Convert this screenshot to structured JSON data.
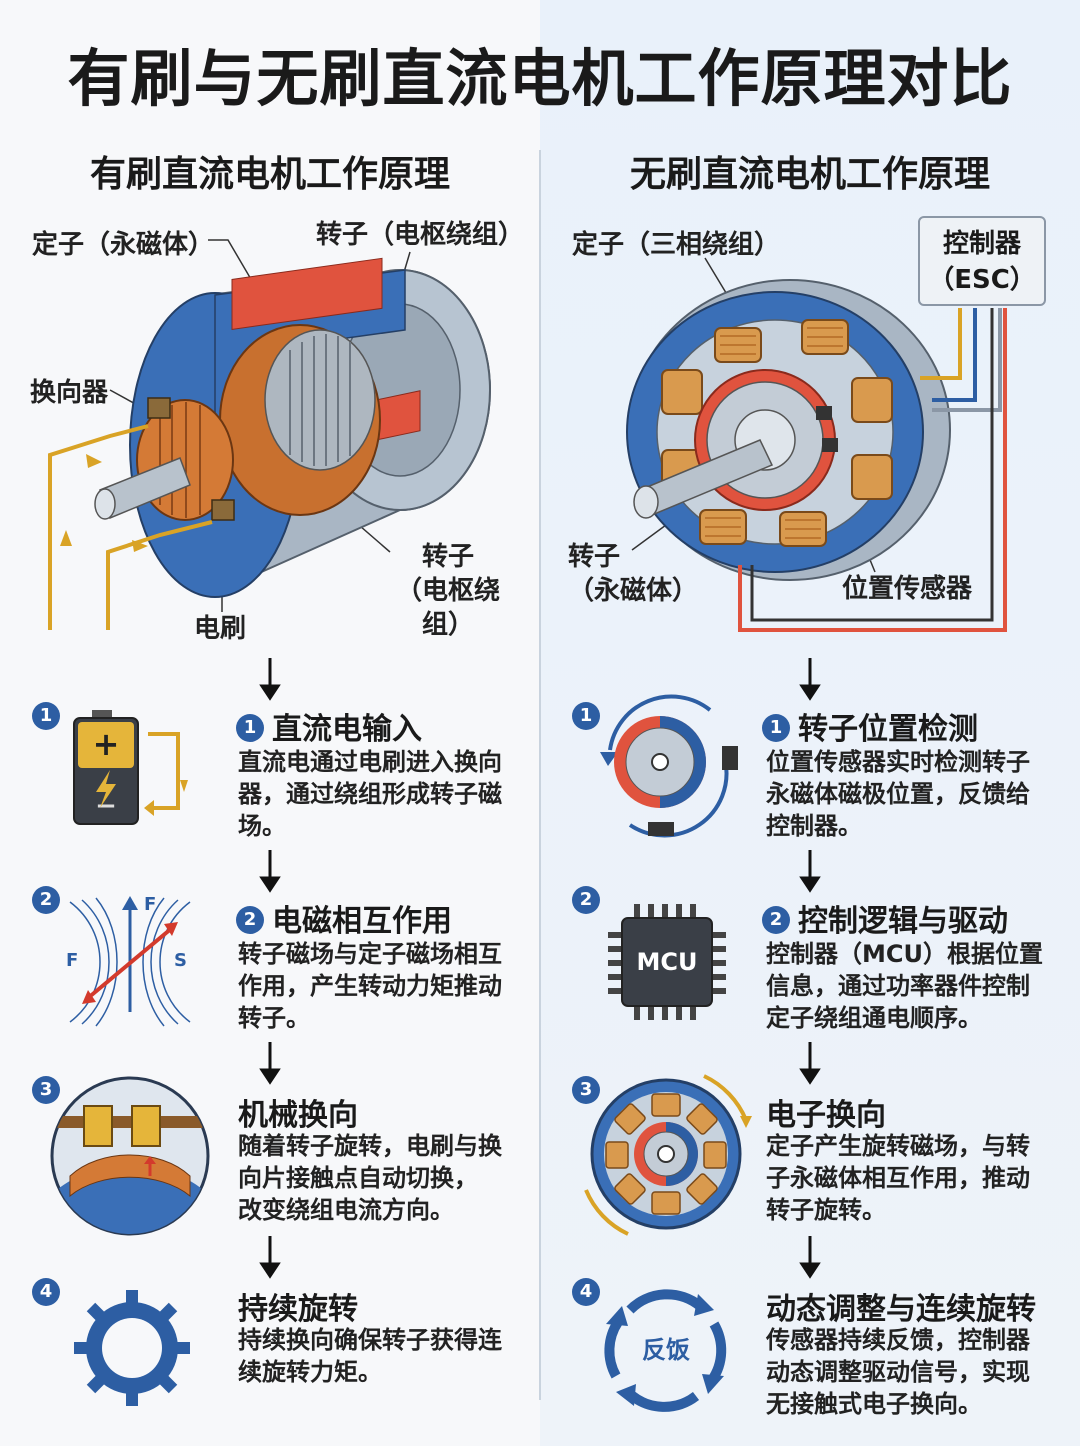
{
  "title": "有刷与无刷直流电机工作原理对比",
  "brushed": {
    "heading": "有刷直流电机工作原理",
    "labels": {
      "stator": "定子（永磁体）",
      "rotor_top": "转子（电枢绕组）",
      "commutator": "换向器",
      "rotor_bottom_1": "转子",
      "rotor_bottom_2": "（电枢绕组）",
      "brush": "电刷"
    },
    "steps": [
      {
        "num": "1",
        "title": "直流电输入",
        "text": [
          "直流电通过电刷进入换向",
          "器，通过绕组形成转子磁",
          "场。"
        ]
      },
      {
        "num": "2",
        "title": "电磁相互作用",
        "text": [
          "转子磁场与定子磁场相互",
          "作用，产生转动力矩推动",
          "转子。"
        ],
        "icon_labels": {
          "f_top": "F",
          "f_left": "F",
          "s_right": "S"
        }
      },
      {
        "num": "3",
        "title": "机械换向",
        "text": [
          "随着转子旋转，电刷与换",
          "向片接触点自动切换，",
          "改变绕组电流方向。"
        ]
      },
      {
        "num": "4",
        "title": "持续旋转",
        "text": [
          "持续换向确保转子获得连",
          "续旋转力矩。"
        ]
      }
    ]
  },
  "brushless": {
    "heading": "无刷直流电机工作原理",
    "labels": {
      "stator": "定子（三相绕组）",
      "controller_1": "控制器",
      "controller_2": "（ESC）",
      "rotor_1": "转子",
      "rotor_2": "（永磁体）",
      "sensor": "位置传感器"
    },
    "steps": [
      {
        "num": "1",
        "title": "转子位置检测",
        "text": [
          "位置传感器实时检测转子",
          "永磁体磁极位置，反馈给",
          "控制器。"
        ]
      },
      {
        "num": "2",
        "title": "控制逻辑与驱动",
        "text": [
          "控制器（MCU）根据位置",
          "信息，通过功率器件控制",
          "定子绕组通电顺序。"
        ],
        "icon_labels": {
          "chip": "MCU"
        }
      },
      {
        "num": "3",
        "title": "电子换向",
        "text": [
          "定子产生旋转磁场，与转",
          "子永磁体相互作用，推动",
          "转子旋转。"
        ]
      },
      {
        "num": "4",
        "title": "动态调整与连续旋转",
        "text": [
          "传感器持续反馈，控制器",
          "动态调整驱动信号，实现",
          "无接触式电子换向。"
        ],
        "icon_labels": {
          "feedback": "反饭"
        }
      }
    ]
  },
  "colors": {
    "accent_blue": "#2d5ea3",
    "copper": "#c8702f",
    "magnet_red": "#e0533e",
    "wire_gold": "#d9a326"
  }
}
